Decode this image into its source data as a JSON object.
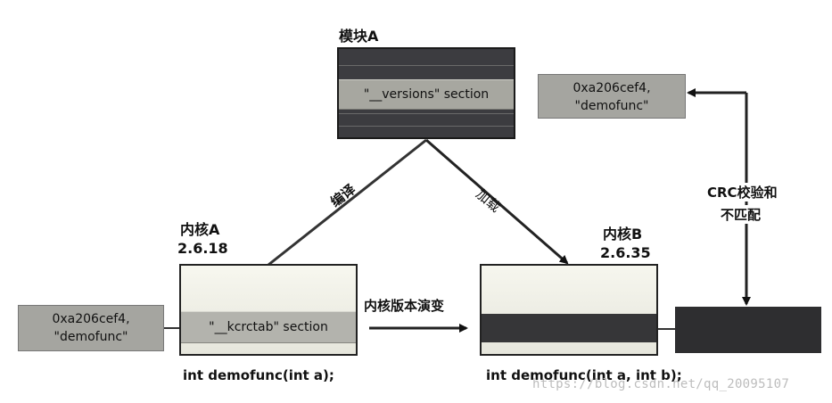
{
  "module_a": {
    "title": "模块A",
    "section_label": "\"__versions\" section"
  },
  "kernel_a": {
    "title": "内核A",
    "version": "2.6.18",
    "section_label": "\"__kcrctab\" section",
    "function_sig": "int demofunc(int a);"
  },
  "kernel_b": {
    "title": "内核B",
    "version": "2.6.35",
    "function_sig": "int demofunc(int a, int b);"
  },
  "crc_right": {
    "line1": "0xa206cef4,",
    "line2": "\"demofunc\""
  },
  "crc_left": {
    "line1": "0xa206cef4,",
    "line2": "\"demofunc\""
  },
  "edges": {
    "compile": "编译",
    "load": "加载",
    "evolution": "内核版本演变",
    "crc_mismatch_line1": "CRC校验和",
    "crc_mismatch_line2": "不匹配"
  },
  "watermark": "https://blog.csdn.net/qq_20095107"
}
